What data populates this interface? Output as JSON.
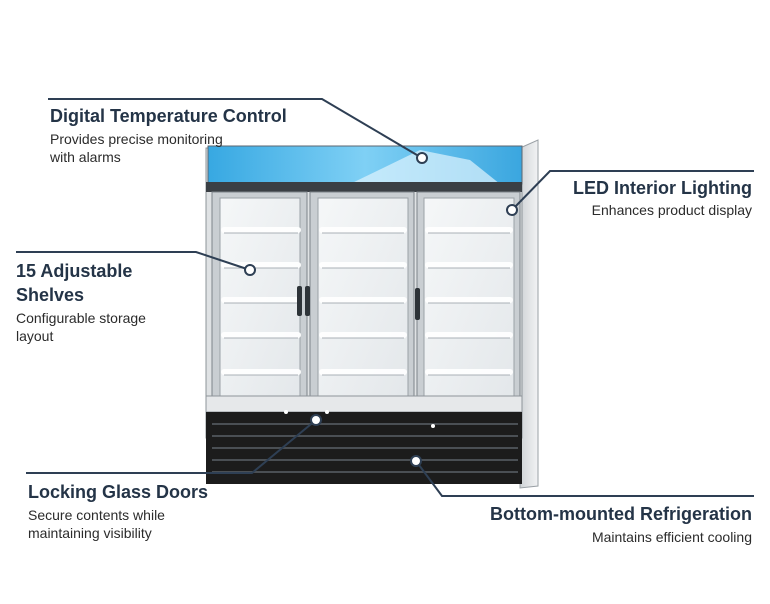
{
  "callouts": {
    "digital_temp": {
      "title": "Digital Temperature Control",
      "desc_line1": "Provides precise monitoring",
      "desc_line2": "with alarms"
    },
    "led_lighting": {
      "title": "LED Interior Lighting",
      "desc_line1": "Enhances product display"
    },
    "shelves": {
      "title_line1": "15 Adjustable",
      "title_line2": "Shelves",
      "desc_line1": "Configurable storage",
      "desc_line2": "layout"
    },
    "locking_doors": {
      "title": "Locking Glass Doors",
      "desc_line1": "Secure contents while",
      "desc_line2": "maintaining visibility"
    },
    "refrigeration": {
      "title": "Bottom-mounted Refrigeration",
      "desc_line1": "Maintains efficient cooling"
    }
  },
  "colors": {
    "leader_line": "#2e3f54",
    "title_text": "#243447",
    "header_panel": "#4fb7ea",
    "grille": "#1c1c1c"
  }
}
